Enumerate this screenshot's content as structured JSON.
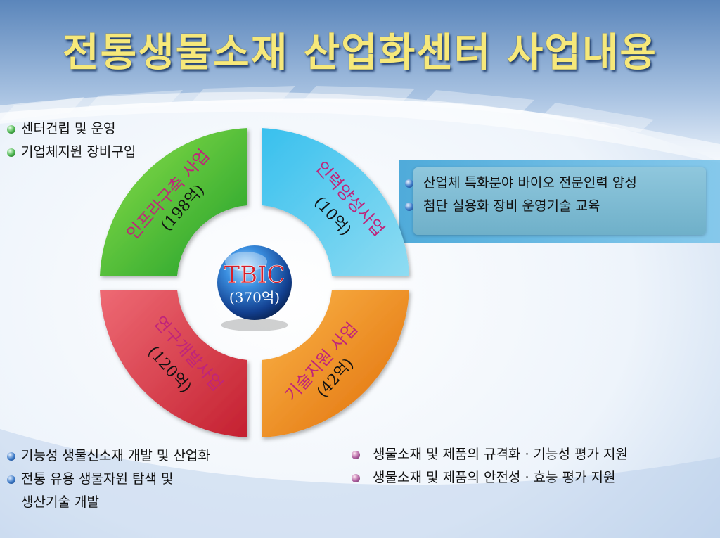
{
  "title": "전통생물소재 산업화센터 사업내용",
  "center": {
    "label": "TBIC",
    "amount": "(370억)"
  },
  "quadrants": [
    {
      "id": "infra",
      "name": "인프라구축 사업",
      "amount": "(198억)",
      "color": "#3fb83a"
    },
    {
      "id": "talent",
      "name": "인력양성사업",
      "amount": "(10억)",
      "color": "#33b6e0"
    },
    {
      "id": "rnd",
      "name": "연구개발사업",
      "amount": "(120억)",
      "color": "#d8363f"
    },
    {
      "id": "tech",
      "name": "기술지원 사업",
      "amount": "(42억)",
      "color": "#f29a1c"
    }
  ],
  "lists": {
    "top_left": [
      "센터건립 및 운영",
      "기업체지원 장비구입"
    ],
    "panel": [
      "산업체 특화분야 바이오 전문인력 양성",
      "첨단 실용화 장비 운영기술 교육"
    ],
    "bottom_left": [
      "기능성 생물신소재 개발 및 산업화",
      "전통 유용 생물자원 탐색 및",
      "생산기술 개발"
    ],
    "bottom_right": [
      "생물소재 및 제품의 규격화 · 기능성 평가 지원",
      "생물소재 및 제품의 안전성 · 효능 평가 지원"
    ]
  },
  "colors": {
    "title": "#f6e87a",
    "label_text": "#c0247a",
    "amount_text": "#111111"
  }
}
